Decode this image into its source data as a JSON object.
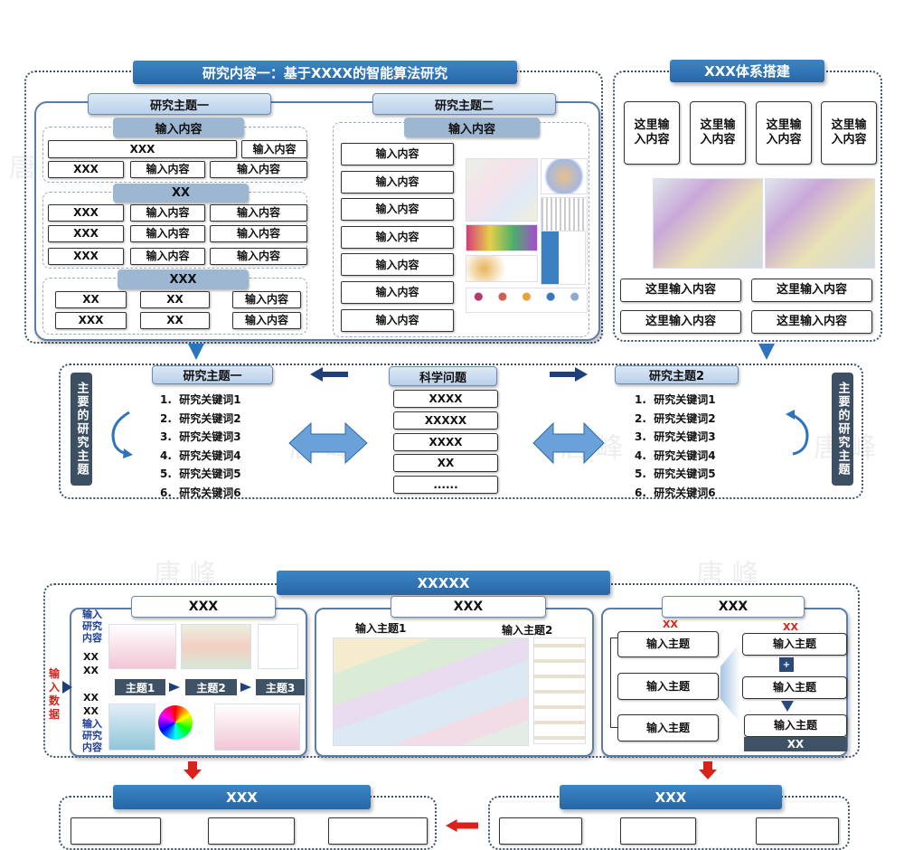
{
  "watermark": "唐峰",
  "s1": {
    "title": "研究内容一：基于XXXX的智能算法研究",
    "theme1": "研究主题一",
    "theme2": "研究主题二",
    "g1": {
      "header": "输入内容",
      "row1": [
        "XXX",
        "输入内容"
      ],
      "row2": [
        "XXX",
        "输入内容",
        "输入内容"
      ]
    },
    "g2": {
      "header": "XX",
      "rows": [
        [
          "XXX",
          "输入内容",
          "输入内容"
        ],
        [
          "XXX",
          "输入内容",
          "输入内容"
        ],
        [
          "XXX",
          "输入内容",
          "输入内容"
        ]
      ]
    },
    "g3": {
      "header": "XXX",
      "rows": [
        [
          "XX",
          "XX",
          "输入内容"
        ],
        [
          "XXX",
          "XX",
          "输入内容"
        ]
      ]
    },
    "right": {
      "header": "输入内容",
      "items": [
        "输入内容",
        "输入内容",
        "输入内容",
        "输入内容",
        "输入内容",
        "输入内容",
        "输入内容"
      ]
    }
  },
  "s2": {
    "title": "XXX体系搭建",
    "top": [
      "这里输入内容",
      "这里输入内容",
      "这里输入内容",
      "这里输入内容"
    ],
    "bottom": [
      "这里输入内容",
      "这里输入内容",
      "这里输入内容",
      "这里输入内容"
    ]
  },
  "mid": {
    "side_label": "主要的研究主题",
    "theme1": "研究主题一",
    "theme2": "研究主题2",
    "question": "科学问题",
    "keywords": [
      "1.  研究关键词1",
      "2.  研究关键词2",
      "3.  研究关键词3",
      "4.  研究关键词4",
      "5.  研究关键词5",
      "6.  研究关键词6"
    ],
    "questions": [
      "XXXX",
      "XXXXX",
      "XXXX",
      "XX",
      "......"
    ]
  },
  "s3": {
    "title": "XXXXX",
    "p1": {
      "header": "XXX",
      "input_data": "输入数据",
      "label_top": "输入研究内容",
      "xx": [
        "XX",
        "XX",
        "XX",
        "XX"
      ],
      "label_bottom": "输入研究内容",
      "flow": [
        "主题1",
        "主题2",
        "主题3"
      ]
    },
    "p2": {
      "header": "XXX",
      "t1": "输入主题1",
      "t2": "输入主题2"
    },
    "p3": {
      "header": "XXX",
      "xx_left": "XX",
      "xx_right": "XX",
      "left": [
        "输入主题",
        "输入主题",
        "输入主题"
      ],
      "right": [
        "输入主题",
        "输入主题",
        "输入主题"
      ],
      "plus": "+",
      "bar": "XX"
    }
  },
  "s4": {
    "left_title": "XXX",
    "right_title": "XXX"
  },
  "colors": {
    "title": "#2e75b6",
    "dark": "#3e5165",
    "red": "#d9221c"
  }
}
